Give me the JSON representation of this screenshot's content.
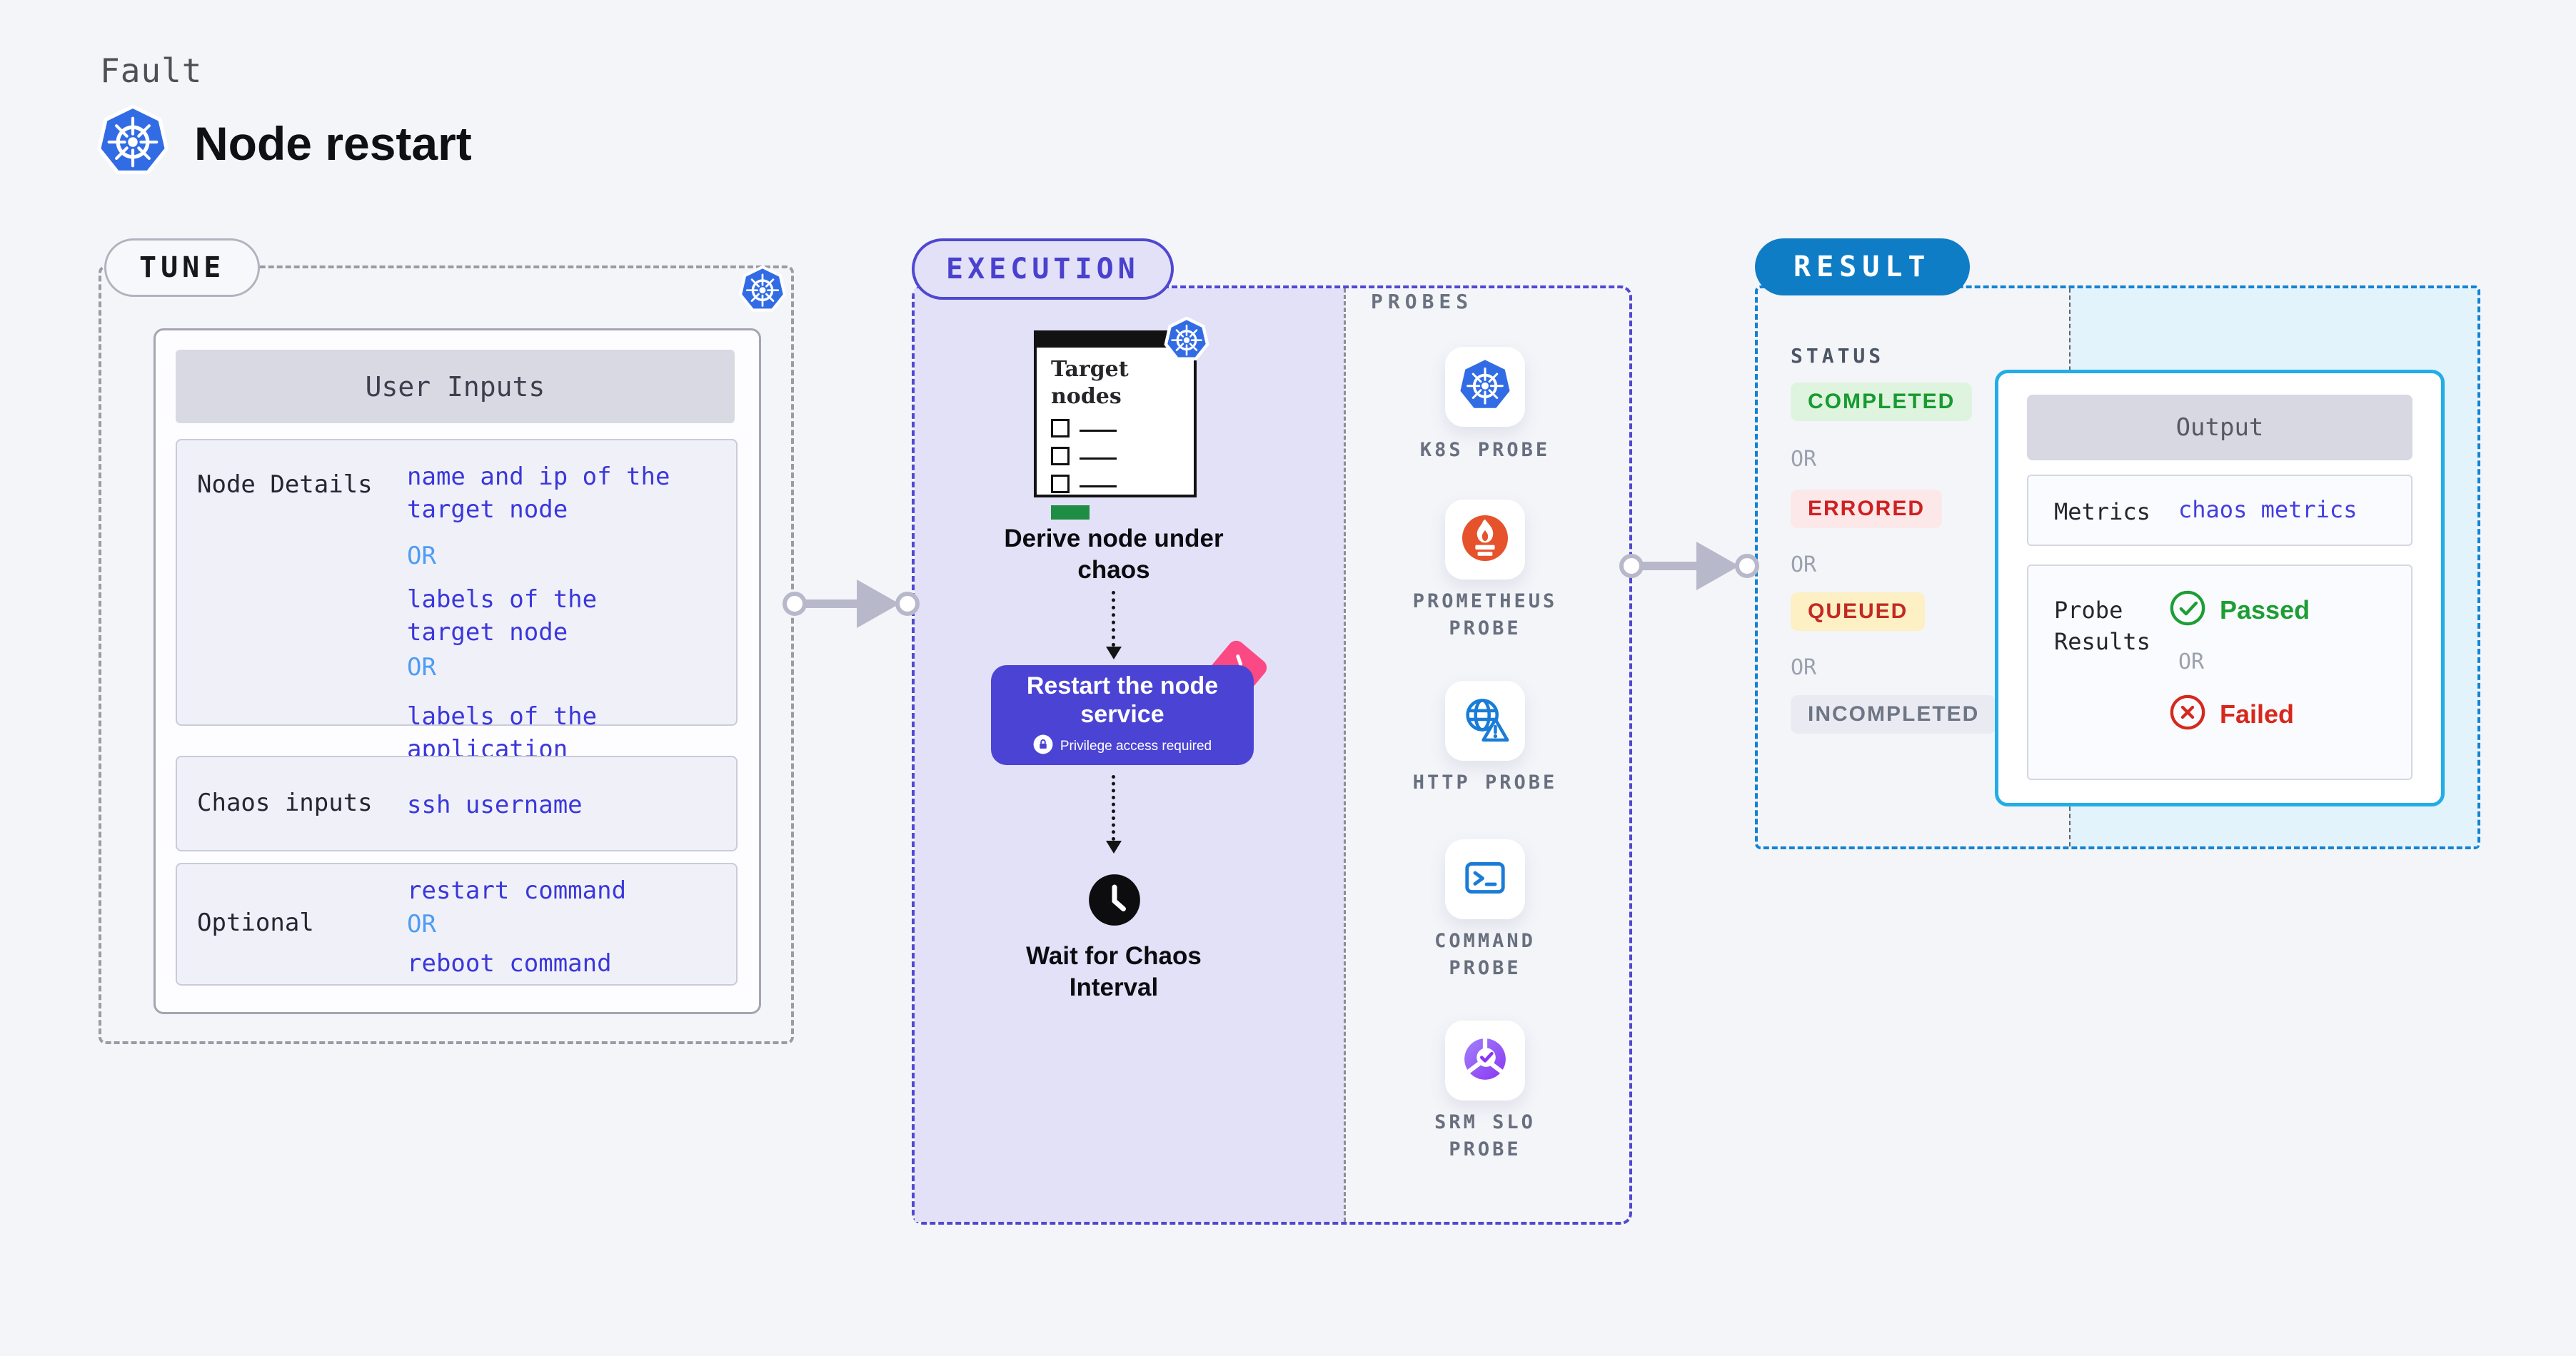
{
  "header": {
    "eyebrow": "Fault",
    "title": "Node restart"
  },
  "tune": {
    "pill": "TUNE",
    "table": {
      "header": "User Inputs",
      "node_details": {
        "label": "Node Details",
        "v1": "name and ip of the\ntarget node",
        "or1": "OR",
        "v2": "labels of the\ntarget node",
        "or2": "OR",
        "v3": "labels of the application\nscheduled on target node"
      },
      "chaos_inputs": {
        "label": "Chaos inputs",
        "v1": "ssh username"
      },
      "optional": {
        "label": "Optional",
        "v1": "restart command",
        "or1": "OR",
        "v2": "reboot command"
      }
    }
  },
  "execution": {
    "pill": "EXECUTION",
    "target_card_title": "Target\nnodes",
    "step1": "Derive node under\nchaos",
    "step2": "Restart the node\nservice",
    "step2_note": "Privilege access required",
    "step3": "Wait for Chaos\nInterval"
  },
  "probes": {
    "heading": "PROBES",
    "items": [
      {
        "icon": "kubernetes-icon",
        "label": "K8S PROBE"
      },
      {
        "icon": "prometheus-icon",
        "label": "PROMETHEUS\nPROBE"
      },
      {
        "icon": "http-globe-warning-icon",
        "label": "HTTP PROBE"
      },
      {
        "icon": "command-terminal-icon",
        "label": "COMMAND\nPROBE"
      },
      {
        "icon": "srm-slo-icon",
        "label": "SRM SLO\nPROBE"
      }
    ]
  },
  "result": {
    "pill": "RESULT",
    "status": {
      "heading": "STATUS",
      "completed": "COMPLETED",
      "or1": "OR",
      "errored": "ERRORED",
      "or2": "OR",
      "queued": "QUEUED",
      "or3": "OR",
      "incompleted": "INCOMPLETED"
    },
    "output": {
      "header": "Output",
      "metrics_label": "Metrics",
      "metrics_value": "chaos metrics",
      "probe_results_label": "Probe\nResults",
      "passed": "Passed",
      "or": "OR",
      "failed": "Failed"
    }
  },
  "colors": {
    "page_bg": "#f4f5f9",
    "indigo": "#4b43d4",
    "lavender": "#e3e1f8",
    "k8s_blue": "#326ce5",
    "result_blue": "#0e7dc6",
    "output_cyan": "#23ade5",
    "value_blue": "#3b37dc",
    "or_light_blue": "#4f9cf4",
    "green": "#1d9e34",
    "red": "#d6281c",
    "pink": "#fb4a83",
    "prometheus_orange": "#e6522c"
  }
}
